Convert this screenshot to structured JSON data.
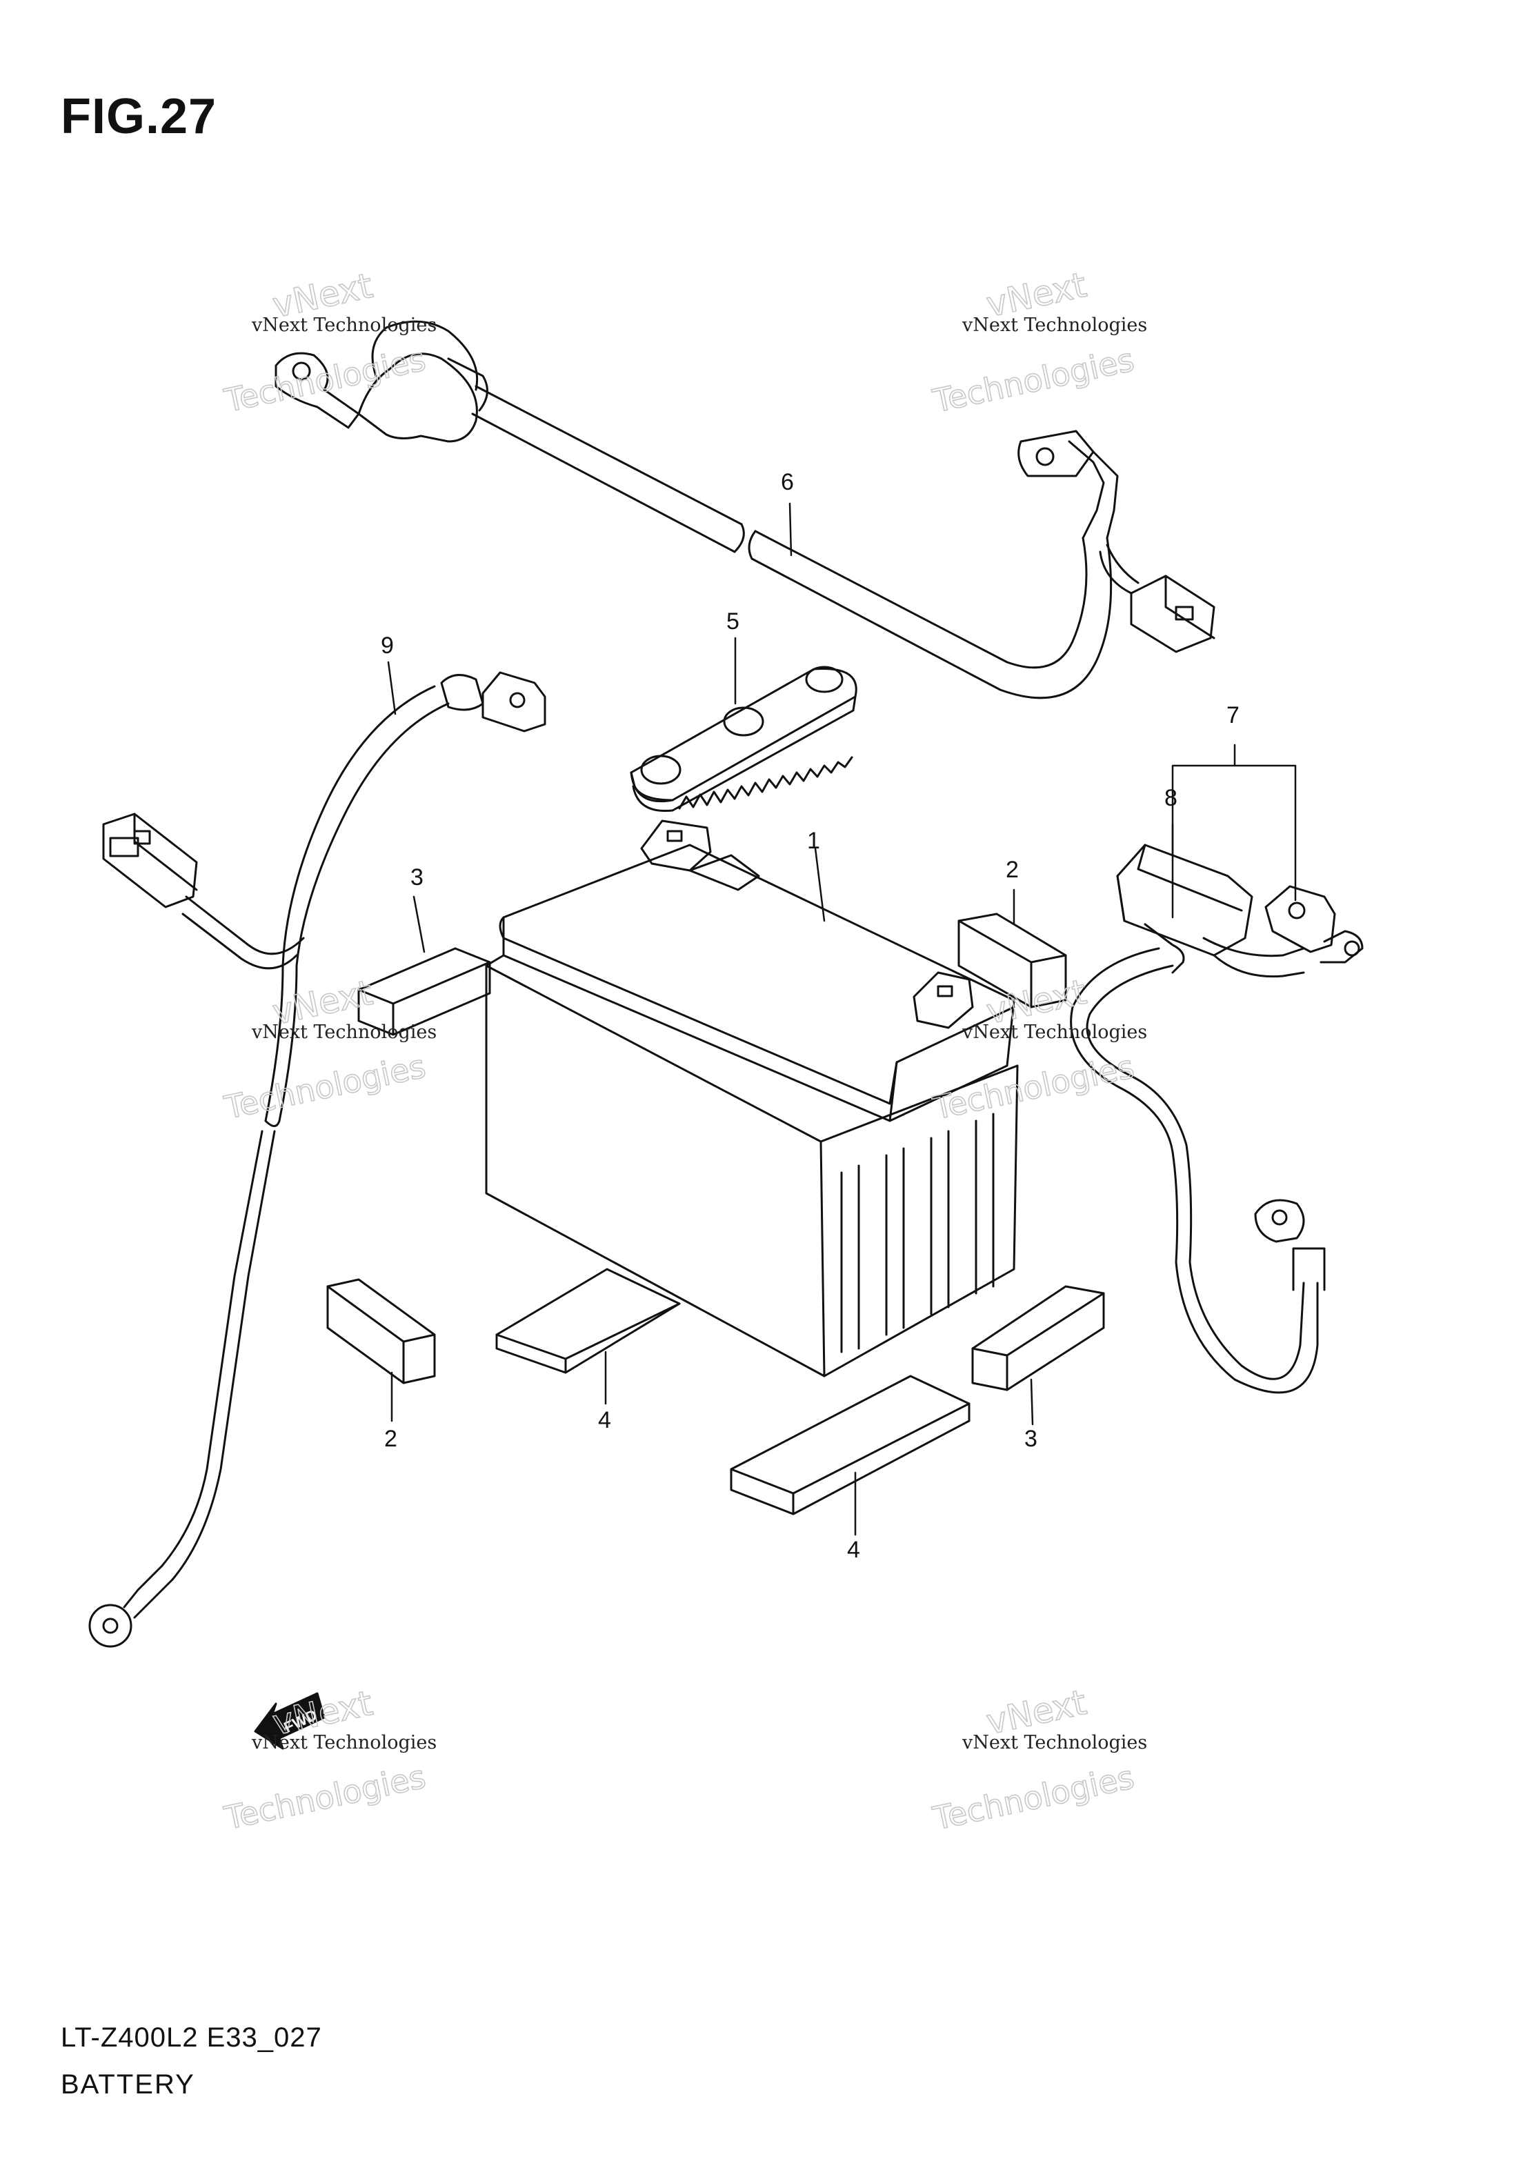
{
  "figure": {
    "title": "FIG.27",
    "code": "LT-Z400L2 E33_027",
    "name": "BATTERY"
  },
  "callouts": [
    "1",
    "2",
    "3",
    "4",
    "5",
    "6",
    "7",
    "8",
    "9"
  ],
  "callout_repeats": {
    "2b": "2",
    "3b": "3",
    "4b": "4"
  },
  "forward_mark": "FWD",
  "watermark": {
    "line1": "vNext Technologies",
    "line2": "vNext",
    "line3": "Technologies"
  }
}
